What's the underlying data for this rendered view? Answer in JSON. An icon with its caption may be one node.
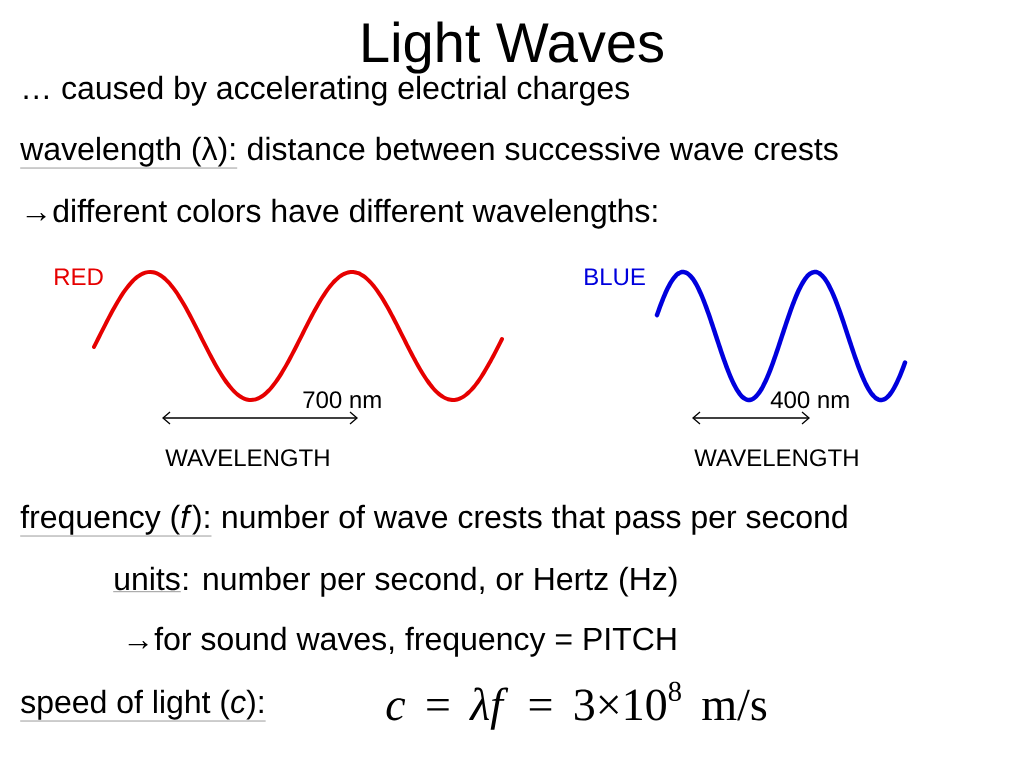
{
  "diagram": {
    "title": "Light Waves",
    "labels": [
      "… caused by accelerating electrial charges",
      "wavelength (λ):",
      "distance between successive wave crests",
      "→different colors have different wavelengths:",
      "RED",
      "BLUE",
      "700 nm",
      "400 nm",
      "WAVELENGTH",
      "WAVELENGTH",
      "frequency (*f*):",
      "number of wave crests that pass per second",
      "units",
      ": number per second, or Hertz (Hz)",
      "→for sound waves, frequency = PITCH",
      "speed of light (*c*):",
      "*c* = *λf* = 3×10$^{8}$ m/s"
    ]
  }
}
